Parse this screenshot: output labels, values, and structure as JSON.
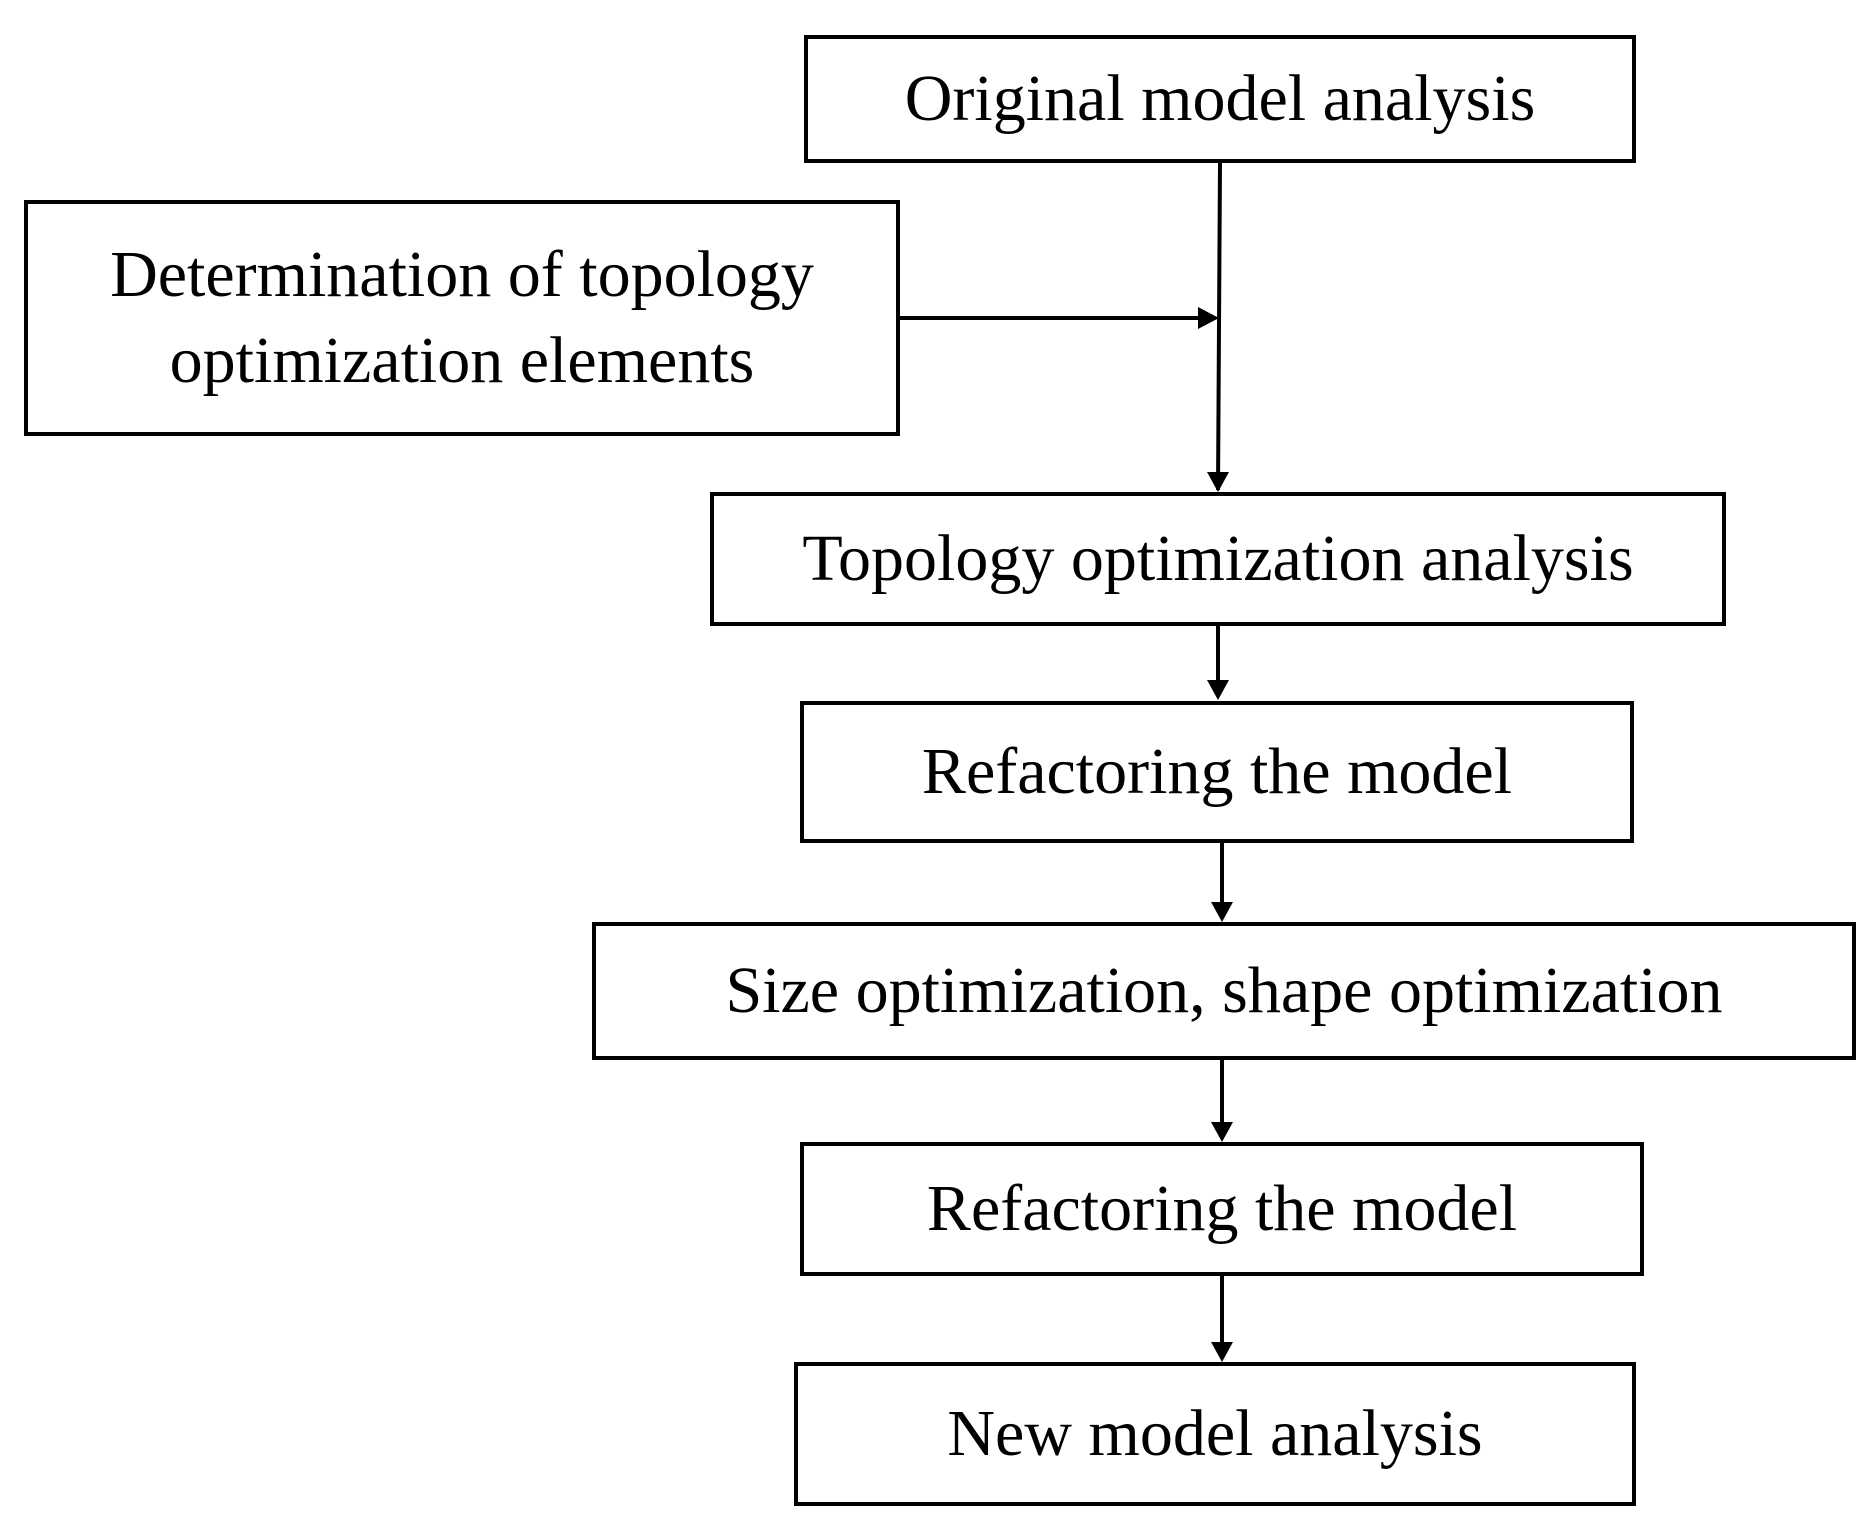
{
  "diagram": {
    "nodes": [
      {
        "id": "original",
        "label": "Original model analysis"
      },
      {
        "id": "determination",
        "label": "Determination of topology optimization elements"
      },
      {
        "id": "topology",
        "label": "Topology optimization analysis"
      },
      {
        "id": "refactor1",
        "label": "Refactoring the model"
      },
      {
        "id": "sizeshape",
        "label": "Size optimization, shape optimization"
      },
      {
        "id": "refactor2",
        "label": "Refactoring the model"
      },
      {
        "id": "newmodel",
        "label": "New model analysis"
      }
    ],
    "edges": [
      {
        "from": "original",
        "to": "topology"
      },
      {
        "from": "determination",
        "to": "original-topology-link"
      },
      {
        "from": "topology",
        "to": "refactor1"
      },
      {
        "from": "refactor1",
        "to": "sizeshape"
      },
      {
        "from": "sizeshape",
        "to": "refactor2"
      },
      {
        "from": "refactor2",
        "to": "newmodel"
      }
    ]
  }
}
